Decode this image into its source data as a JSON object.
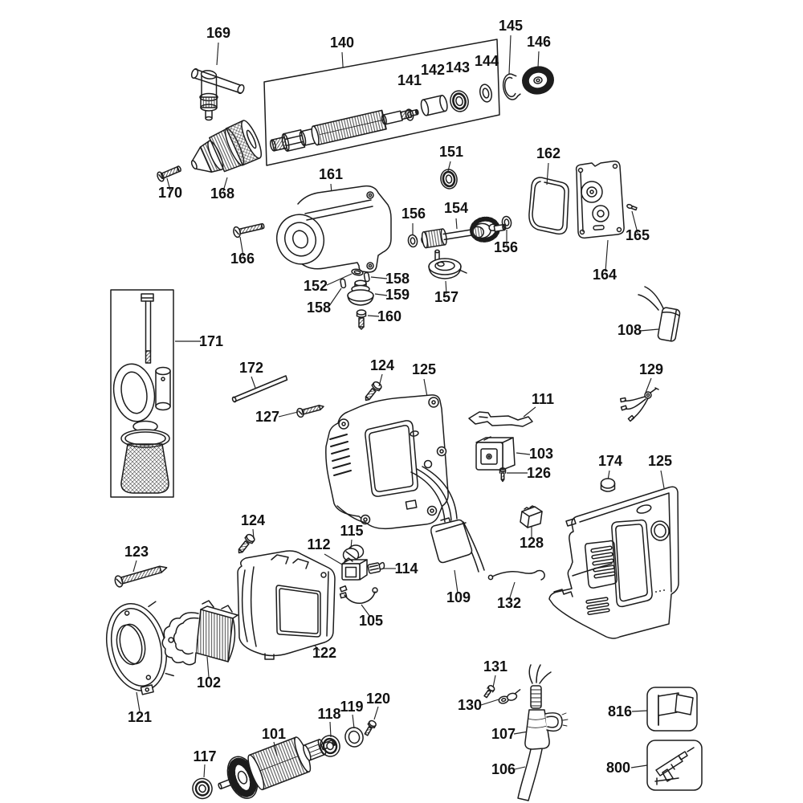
{
  "diagram": {
    "kind": "exploded-parts-diagram",
    "colors": {
      "background": "#ffffff",
      "line": "#1c1c1c",
      "label": "#111111"
    },
    "legend_icons": {
      "box816": "flag-icon",
      "box800": "drill-icon"
    }
  },
  "labels": {
    "p169": "169",
    "p140": "140",
    "p141": "141",
    "p142": "142",
    "p143": "143",
    "p144": "144",
    "p145": "145",
    "p146": "146",
    "p170": "170",
    "p168": "168",
    "p161": "161",
    "p151": "151",
    "p162": "162",
    "p166": "166",
    "p156a": "156",
    "p154": "154",
    "p156b": "156",
    "p165": "165",
    "p164": "164",
    "p152": "152",
    "p158a": "158",
    "p159": "159",
    "p158b": "158",
    "p157": "157",
    "p160": "160",
    "p108": "108",
    "p171": "171",
    "p172": "172",
    "p124a": "124",
    "p125a": "125",
    "p129": "129",
    "p127": "127",
    "p111": "111",
    "p103": "103",
    "p126": "126",
    "p174": "174",
    "p125b": "125",
    "p124b": "124",
    "p115": "115",
    "p112": "112",
    "p123": "123",
    "p114": "114",
    "p128": "128",
    "p105": "105",
    "p109": "109",
    "p132": "132",
    "p122": "122",
    "p102": "102",
    "p121": "121",
    "p131": "131",
    "p130": "130",
    "p118": "118",
    "p119": "119",
    "p120": "120",
    "p107": "107",
    "p101": "101",
    "p117": "117",
    "p106": "106",
    "p816": "816",
    "p800": "800"
  }
}
